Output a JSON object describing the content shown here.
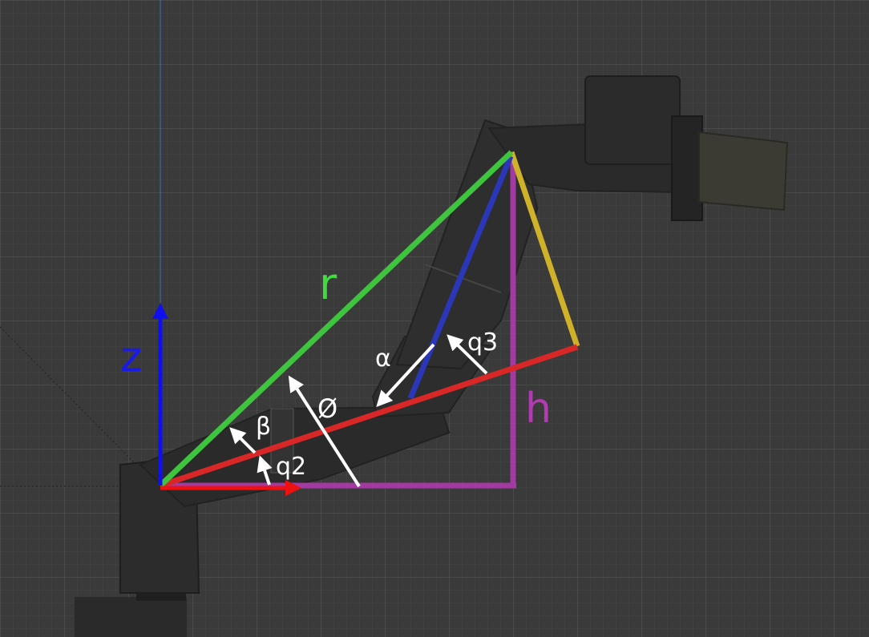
{
  "labels": {
    "r": "r",
    "z": "z",
    "h": "h",
    "alpha": "α",
    "beta": "β",
    "phi": "Ø",
    "q2": "q2",
    "q3": "q3"
  },
  "colors": {
    "background": "#3a3a3a",
    "grid_minor": "#444444",
    "grid_major": "#4c4c4c",
    "r_line": "#3fc43f",
    "z_axis": "#1010ee",
    "x_axis": "#ee1111",
    "red_link": "#d92626",
    "blue_link": "#2b36b8",
    "yellow_link": "#cfb22a",
    "h_line": "#a23aa2",
    "annotation": "#ffffff"
  }
}
